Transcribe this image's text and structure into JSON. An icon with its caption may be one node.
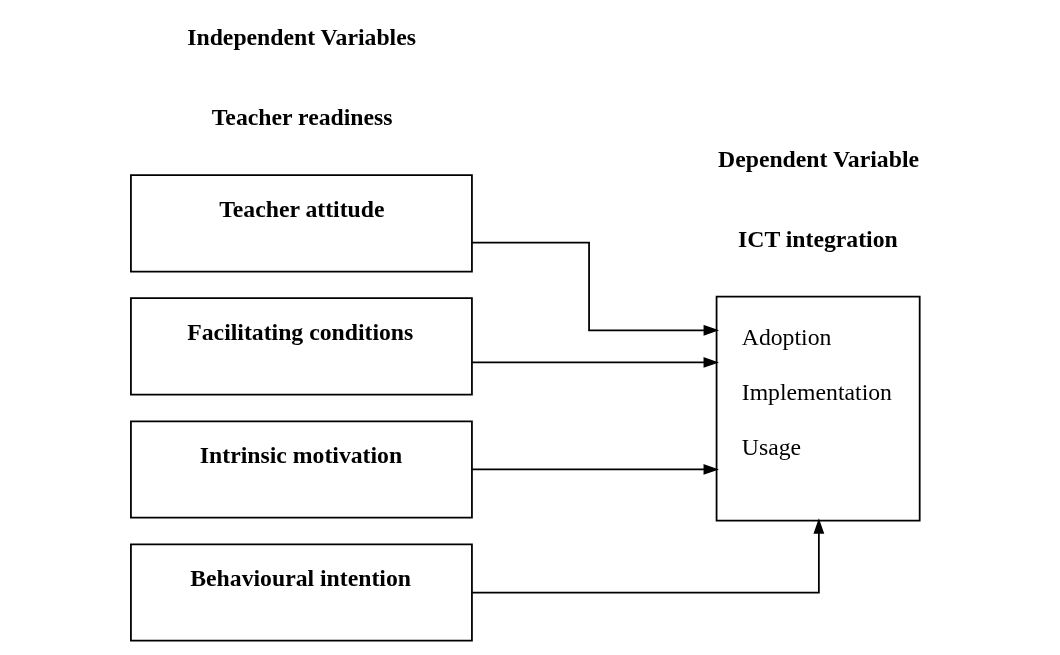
{
  "diagram": {
    "nodes": [
      {
        "text": [
          "Teacher attitude"
        ]
      },
      {
        "text": [
          "Facilitating conditions"
        ]
      },
      {
        "text": [
          "Intrinsic motivation"
        ]
      },
      {
        "text": [
          "Behavioural intention"
        ]
      },
      {
        "text": [
          "Adoption",
          "Implementation",
          "Usage"
        ]
      }
    ],
    "edges": [
      {
        "from": 0,
        "to": 4,
        "arrow": "to"
      },
      {
        "from": 1,
        "to": 4,
        "arrow": "to"
      },
      {
        "from": 2,
        "to": 4,
        "arrow": "to"
      },
      {
        "from": 3,
        "to": 4,
        "arrow": "to"
      }
    ],
    "labels": [
      "Independent Variables",
      "Dependent Variable",
      "Teacher readiness",
      "ICT integration"
    ]
  }
}
